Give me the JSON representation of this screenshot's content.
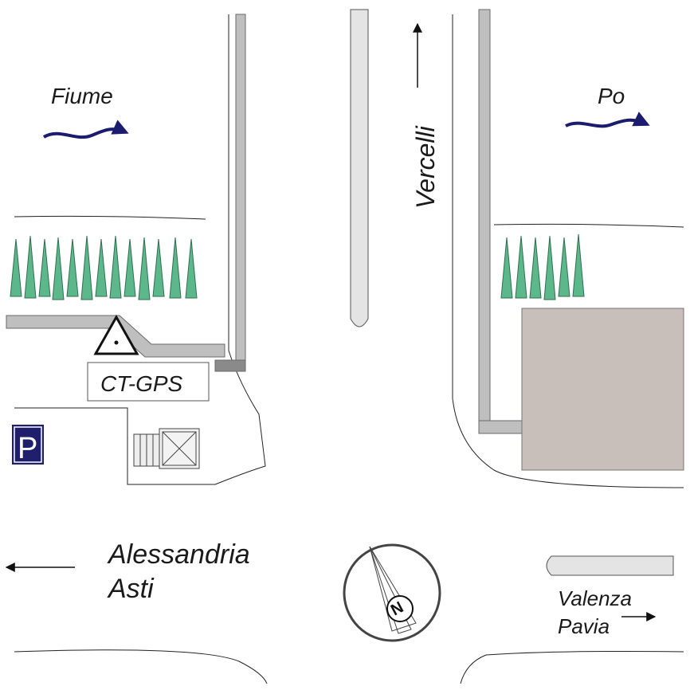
{
  "labels": {
    "river_left": "Fiume",
    "river_right": "Po",
    "road_north": "Vercelli",
    "station": "CT-GPS",
    "parking": "P",
    "road_west_1": "Alessandria",
    "road_west_2": "Asti",
    "road_east_1": "Valenza",
    "road_east_2": "Pavia",
    "compass": "N"
  },
  "colors": {
    "river_arrow": "#1c1c6e",
    "trees": "#5cb88a",
    "tree_outline": "#2f6f4f",
    "path_fill": "#bfbfbf",
    "path_stroke": "#6a6a6a",
    "building_fill": "#c8bfba",
    "parking_bg": "#1f1f6e",
    "road_island_fill": "#e4e4e4"
  },
  "icons": {
    "station": "triangle-benchmark-icon",
    "parking": "parking-sign-icon",
    "compass": "compass-rose-icon",
    "river_flow": "wavy-arrow-icon",
    "direction": "arrow-icon",
    "building": "building-icon",
    "small_building": "cross-box-icon",
    "trees": "tree-icon"
  }
}
